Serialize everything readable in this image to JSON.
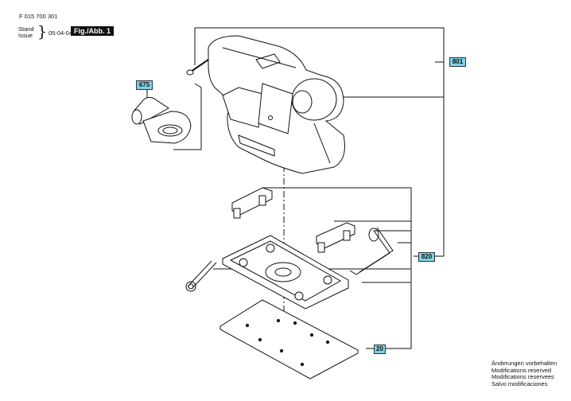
{
  "header": {
    "part_number": "F 015 700 301",
    "stand_label": "Stand",
    "issue_label": "Issue",
    "date": "05-04-04",
    "figure_label": "Fig./Abb. 1"
  },
  "callouts": {
    "c801": "801",
    "c675": "675",
    "c820": "820",
    "c20": "20"
  },
  "notice": {
    "line1": "Änderungen vorbehalten",
    "line2": "Modifications reserved",
    "line3": "Modifications reservees",
    "line4": "Salvo modificaciones"
  },
  "colors": {
    "callout_fill": "#7dd3e8",
    "figure_badge": "#111111",
    "line": "#111111"
  }
}
